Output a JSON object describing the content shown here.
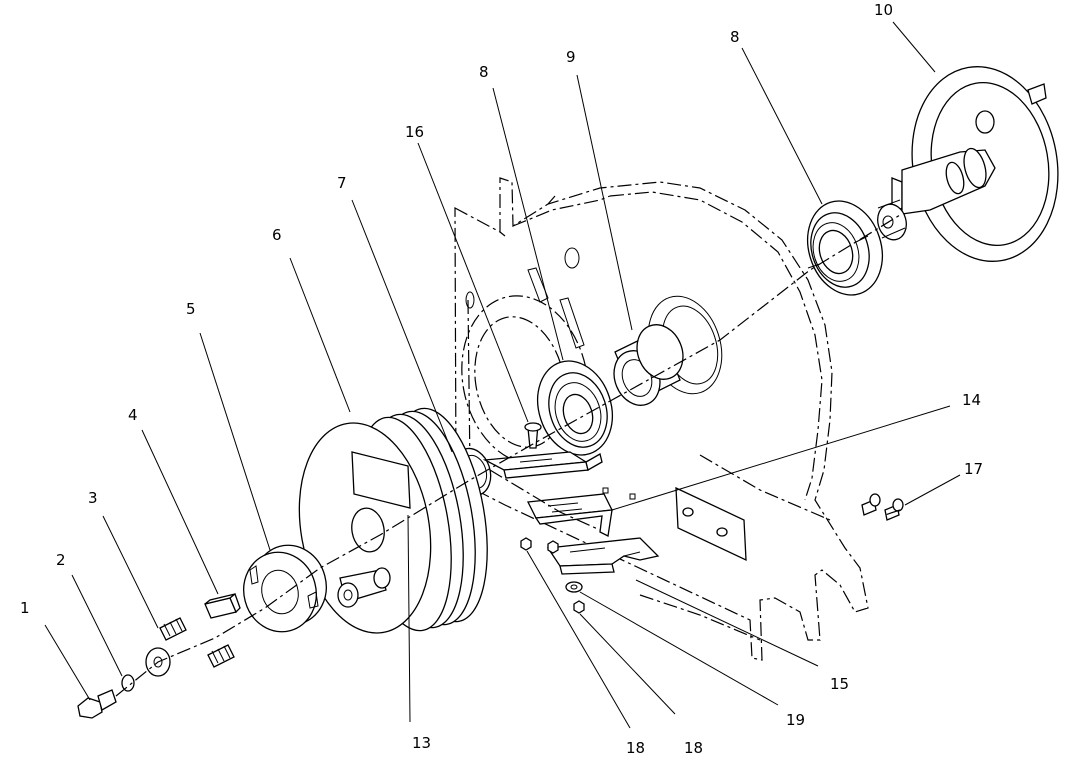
{
  "callouts": {
    "c1": "1",
    "c2": "2",
    "c3": "3",
    "c4": "4",
    "c5": "5",
    "c6": "6",
    "c7": "7",
    "c8a": "8",
    "c8b": "8",
    "c9": "9",
    "c10": "10",
    "c13": "13",
    "c14": "14",
    "c15": "15",
    "c16": "16",
    "c17": "17",
    "c18a": "18",
    "c18b": "18",
    "c19": "19"
  }
}
